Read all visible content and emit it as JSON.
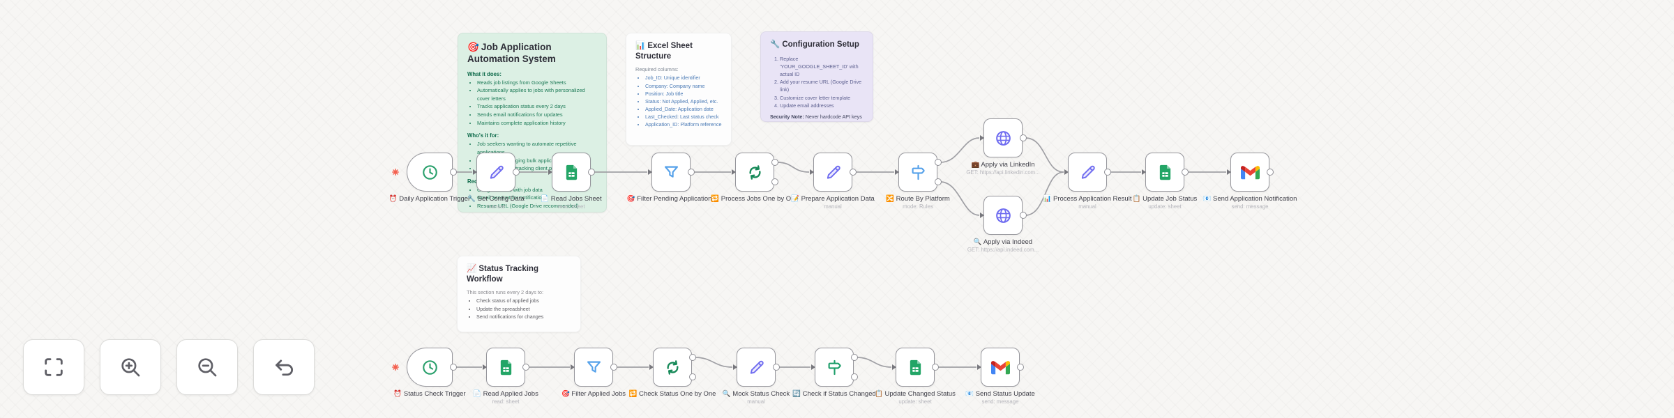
{
  "canvas": {
    "background": "#f7f6f4",
    "wire_color": "#a0a0a5",
    "node_border": "#95959b",
    "sticky_green": "#dcf0e4",
    "sticky_purple": "#e9e4f6",
    "warning_red": "#f4604f"
  },
  "controls": {
    "buttons": [
      {
        "icon": "zoom-to-fit-icon"
      },
      {
        "icon": "zoom-in-icon"
      },
      {
        "icon": "zoom-out-icon"
      },
      {
        "icon": "undo-icon"
      }
    ]
  },
  "notes": {
    "automation": {
      "icon": "🎯",
      "title": "Job Application Automation System",
      "what_heading": "What it does:",
      "what_items": [
        "Reads job listings from Google Sheets",
        "Automatically applies to jobs with personalized cover letters",
        "Tracks application status every 2 days",
        "Sends email notifications for updates",
        "Maintains complete application history"
      ],
      "who_heading": "Who's it for:",
      "who_items": [
        "Job seekers wanting to automate repetitive applications",
        "Recruiters managing bulk applications",
        "Career coaches tracking client progress"
      ],
      "req_heading": "Requirements:",
      "req_items": [
        "Google Sheets with job data",
        "Gmail account for notifications",
        "Resume URL (Google Drive recommended)"
      ]
    },
    "excel": {
      "icon": "📊",
      "title": "Excel Sheet Structure",
      "intro": "Required columns:",
      "items": [
        "Job_ID: Unique identifier",
        "Company: Company name",
        "Position: Job title",
        "Status: Not Applied, Applied, etc.",
        "Applied_Date: Application date",
        "Last_Checked: Last status check",
        "Application_ID: Platform reference"
      ]
    },
    "config": {
      "icon": "🔧",
      "title": "Configuration Setup",
      "items": [
        "Replace 'YOUR_GOOGLE_SHEET_ID' with actual ID",
        "Add your resume URL (Google Drive link)",
        "Customize cover letter template",
        "Update email addresses"
      ],
      "security_label": "Security Note:",
      "security_text": " Never hardcode API keys"
    },
    "status": {
      "icon": "📈",
      "title": "Status Tracking Workflow",
      "intro": "This section runs every 2 days to:",
      "items": [
        "Check status of applied jobs",
        "Update the spreadsheet",
        "Send notifications for changes"
      ]
    }
  },
  "workflows": {
    "main": {
      "nodes": [
        {
          "label": "⏰ Daily Application Trigger",
          "sublabel": ""
        },
        {
          "label": "🔧 Set Config Data",
          "sublabel": "manual"
        },
        {
          "label": "📄 Read Jobs Sheet",
          "sublabel": "read: sheet"
        },
        {
          "label": "🎯 Filter Pending Applications",
          "sublabel": ""
        },
        {
          "label": "🔁 Process Jobs One by One",
          "sublabel": ""
        },
        {
          "label": "📝 Prepare Application Data",
          "sublabel": "manual"
        },
        {
          "label": "🔀 Route By Platform",
          "sublabel": "mode: Rules"
        },
        {
          "label": "💼 Apply via LinkedIn",
          "sublabel": "GET: https://api.linkedin.com..."
        },
        {
          "label": "🔍 Apply via Indeed",
          "sublabel": "GET: https://api.indeed.com..."
        },
        {
          "label": "📊 Process Application Result",
          "sublabel": "manual"
        },
        {
          "label": "📋 Update Job Status",
          "sublabel": "update: sheet"
        },
        {
          "label": "📧 Send Application Notification",
          "sublabel": "send: message"
        }
      ]
    },
    "status_check": {
      "nodes": [
        {
          "label": "⏰ Status Check Trigger",
          "sublabel": ""
        },
        {
          "label": "📄 Read Applied Jobs",
          "sublabel": "read: sheet"
        },
        {
          "label": "🎯 Filter Applied Jobs",
          "sublabel": ""
        },
        {
          "label": "🔁 Check Status One by One",
          "sublabel": ""
        },
        {
          "label": "🔍 Mock Status Check",
          "sublabel": "manual"
        },
        {
          "label": "🔄 Check if Status Changed",
          "sublabel": ""
        },
        {
          "label": "📋 Update Changed Status",
          "sublabel": "update: sheet"
        },
        {
          "label": "📧 Send Status Update",
          "sublabel": "send: message"
        }
      ]
    }
  }
}
